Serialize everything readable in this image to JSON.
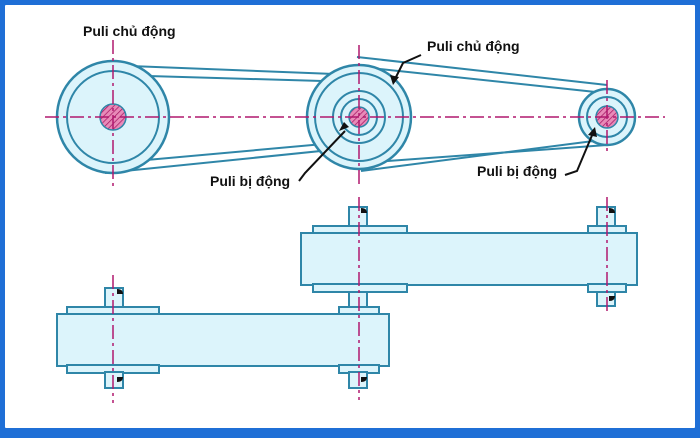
{
  "labels": {
    "driver_left": "Puli chủ động",
    "driver_mid": "Puli chủ động",
    "driven_mid": "Puli bị động",
    "driven_right": "Puli bị động"
  },
  "colors": {
    "outline": "#2f86a8",
    "fill": "#dcf4fb",
    "centerline": "#b0186e",
    "hub": "#e36fa6",
    "frame": "#1f6fd6",
    "text": "#111111"
  }
}
